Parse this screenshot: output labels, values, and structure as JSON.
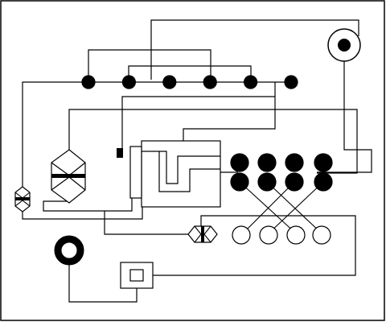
{
  "colors": {
    "background": "#ffffff",
    "ink": "#000000"
  },
  "frame": {
    "name": "diagram-frame"
  },
  "wires": [
    "wire-top-right-bus",
    "wire-upper-bus",
    "wire-upper-drops",
    "wire-dot-row",
    "wire-left-bus",
    "wire-middle-bus",
    "wire-hex-bus",
    "wire-right-loop",
    "wire-box-links",
    "wire-lower-bus",
    "wire-bottom-loop"
  ],
  "components": {
    "dot_row": {
      "count": 6,
      "icon": "filled-dot-row"
    },
    "dot_grid": {
      "rows": 2,
      "cols": 4,
      "icon": "filled-dot-grid"
    },
    "ring_row": {
      "count": 4,
      "icon": "hollow-ring-row"
    },
    "crossover": {
      "icon": "crossing-wires"
    },
    "target": {
      "icon": "target-circle-icon"
    },
    "ring": {
      "icon": "thick-ring-icon"
    },
    "hex_large": {
      "icon": "large-hexagon-icon"
    },
    "hex_small_left": {
      "icon": "small-hexagon-icon"
    },
    "hex_small_mid": {
      "icon": "small-hexagon-icon"
    },
    "marker": {
      "icon": "filled-square-marker"
    },
    "block": {
      "icon": "process-block"
    },
    "tall_bar": {
      "icon": "tall-bar"
    },
    "small_box": {
      "icon": "nested-square-icon"
    }
  }
}
